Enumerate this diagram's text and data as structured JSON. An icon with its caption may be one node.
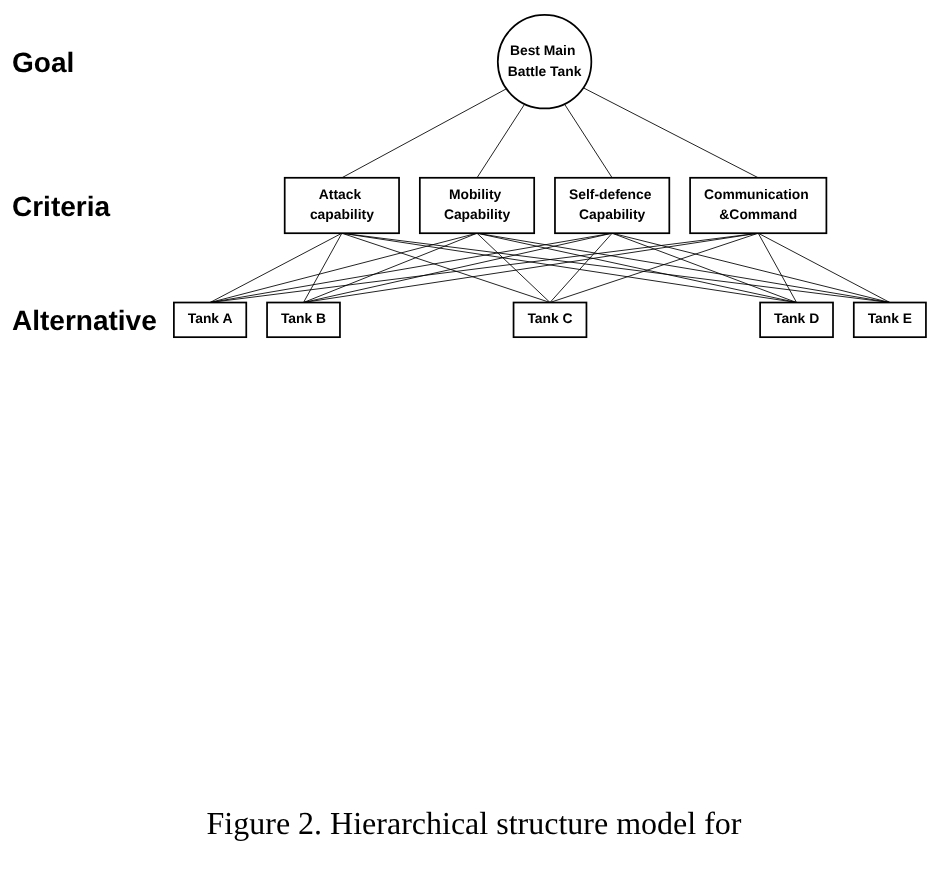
{
  "diagram": {
    "caption": "Figure 2. Hierarchical structure model for",
    "nodes": [
      {
        "text": [
          "Best Main Battle Tank"
        ]
      },
      {
        "text": [
          "Attack capability"
        ]
      },
      {
        "text": [
          "Mobility Capability"
        ]
      },
      {
        "text": [
          "Self-defence Capability"
        ]
      },
      {
        "text": [
          "Communication &Command"
        ]
      },
      {
        "text": [
          "Tank A"
        ]
      },
      {
        "text": [
          "Tank B"
        ]
      },
      {
        "text": [
          "Tank C"
        ]
      },
      {
        "text": [
          "Tank D"
        ]
      },
      {
        "text": [
          "Tank E"
        ]
      }
    ],
    "edges": [
      {
        "from": 0,
        "to": 1,
        "arrow": "none"
      },
      {
        "from": 0,
        "to": 2,
        "arrow": "none"
      },
      {
        "from": 0,
        "to": 3,
        "arrow": "none"
      },
      {
        "from": 0,
        "to": 4,
        "arrow": "none"
      },
      {
        "from": 1,
        "to": 5,
        "arrow": "none"
      },
      {
        "from": 1,
        "to": 6,
        "arrow": "none"
      },
      {
        "from": 1,
        "to": 7,
        "arrow": "none"
      },
      {
        "from": 1,
        "to": 8,
        "arrow": "none"
      },
      {
        "from": 1,
        "to": 9,
        "arrow": "none"
      },
      {
        "from": 2,
        "to": 5,
        "arrow": "none"
      },
      {
        "from": 2,
        "to": 6,
        "arrow": "none"
      },
      {
        "from": 2,
        "to": 7,
        "arrow": "none"
      },
      {
        "from": 2,
        "to": 8,
        "arrow": "none"
      },
      {
        "from": 2,
        "to": 9,
        "arrow": "none"
      },
      {
        "from": 3,
        "to": 5,
        "arrow": "none"
      },
      {
        "from": 3,
        "to": 6,
        "arrow": "none"
      },
      {
        "from": 3,
        "to": 7,
        "arrow": "none"
      },
      {
        "from": 3,
        "to": 8,
        "arrow": "none"
      },
      {
        "from": 3,
        "to": 9,
        "arrow": "none"
      },
      {
        "from": 4,
        "to": 5,
        "arrow": "none"
      },
      {
        "from": 4,
        "to": 6,
        "arrow": "none"
      },
      {
        "from": 4,
        "to": 7,
        "arrow": "none"
      },
      {
        "from": 4,
        "to": 8,
        "arrow": "none"
      },
      {
        "from": 4,
        "to": 9,
        "arrow": "none"
      }
    ],
    "labels": [
      "Goal",
      "Criteria",
      "Alternative"
    ]
  }
}
